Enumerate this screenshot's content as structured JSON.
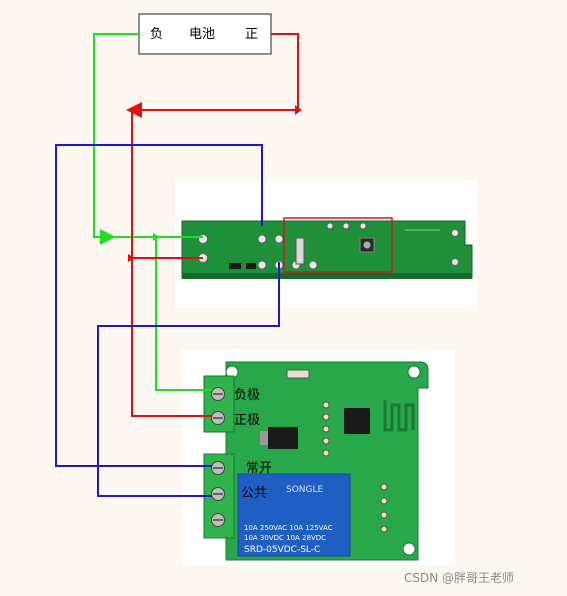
{
  "battery": {
    "negative_label": "负",
    "name_label": "电池",
    "positive_label": "正"
  },
  "relay_module": {
    "terminal_negative": "负极",
    "terminal_positive": "正极",
    "terminal_normally_open": "常开",
    "terminal_common": "公共",
    "relay_brand": "SONGLE",
    "relay_spec_line1": "10A 250VAC  10A 125VAC",
    "relay_spec_line2": "10A  30VDC  10A  28VDC",
    "relay_model": "SRD-05VDC-SL-C"
  },
  "watermark": "CSDN @胖哥王老师",
  "colors": {
    "negative_wire": "#22dd22",
    "positive_wire": "#dd1111",
    "switch_wire": "#1a1acc",
    "pcb_green": "#1f8f3a",
    "relay_blue": "#1f5fc4",
    "terminal_green": "#2fb34a"
  }
}
